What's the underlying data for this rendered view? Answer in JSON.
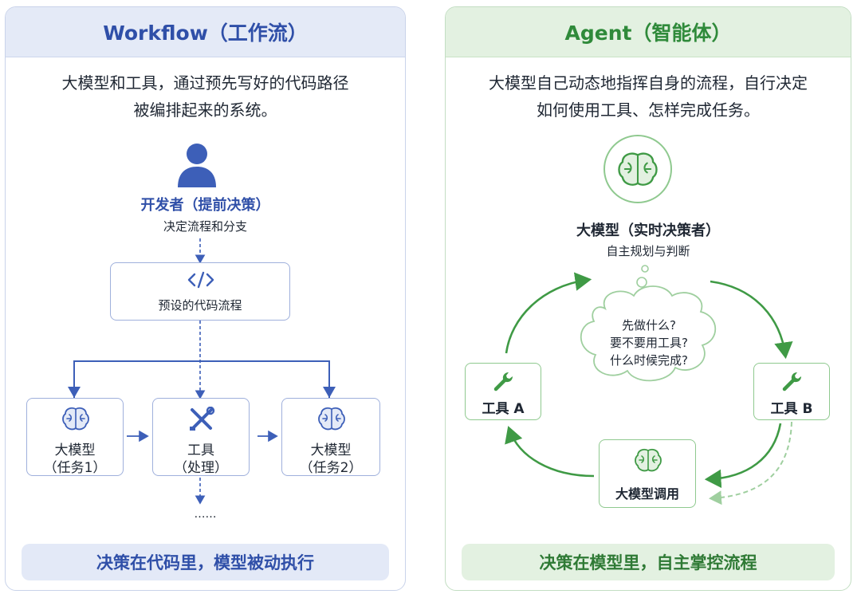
{
  "workflow": {
    "title": "Workflow（工作流）",
    "description": [
      "大模型和工具，通过预先写好的代码路径",
      "被编排起来的系统。"
    ],
    "developer": {
      "title": "开发者（提前决策）",
      "subtitle": "决定流程和分支"
    },
    "code_box": {
      "label": "预设的代码流程"
    },
    "nodes": [
      {
        "line1": "大模型",
        "line2": "（任务1）"
      },
      {
        "line1": "工具",
        "line2": "（处理）"
      },
      {
        "line1": "大模型",
        "line2": "（任务2）"
      }
    ],
    "ellipsis": "……",
    "footer": "决策在代码里，模型被动执行"
  },
  "agent": {
    "title": "Agent（智能体）",
    "description": [
      "大模型自己动态地指挥自身的流程，自行决定",
      "如何使用工具、怎样完成任务。"
    ],
    "llm": {
      "title": "大模型（实时决策者）",
      "subtitle": "自主规划与判断"
    },
    "thought": [
      "先做什么?",
      "要不要用工具?",
      "什么时候完成?"
    ],
    "tool_a": "工具 A",
    "tool_b": "工具 B",
    "llm_call": "大模型调用",
    "footer": "决策在模型里，自主掌控流程"
  },
  "colors": {
    "blue": "#3d5fb8",
    "blue_light": "#e4eaf7",
    "green": "#3f9a45",
    "green_light": "#e3f1e1"
  }
}
